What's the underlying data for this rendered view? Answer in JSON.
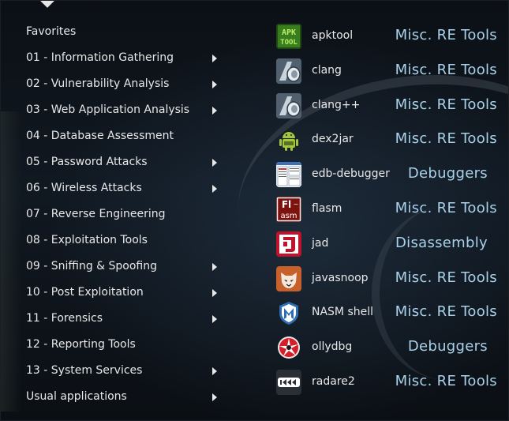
{
  "categories": [
    {
      "label": "Favorites",
      "has_submenu": false
    },
    {
      "label": "01 - Information Gathering",
      "has_submenu": true
    },
    {
      "label": "02 - Vulnerability Analysis",
      "has_submenu": true
    },
    {
      "label": "03 - Web Application Analysis",
      "has_submenu": true
    },
    {
      "label": "04 - Database Assessment",
      "has_submenu": false
    },
    {
      "label": "05 - Password Attacks",
      "has_submenu": true
    },
    {
      "label": "06 - Wireless Attacks",
      "has_submenu": true
    },
    {
      "label": "07 - Reverse Engineering",
      "has_submenu": false
    },
    {
      "label": "08 - Exploitation Tools",
      "has_submenu": false
    },
    {
      "label": "09 - Sniffing & Spoofing",
      "has_submenu": true
    },
    {
      "label": "10 - Post Exploitation",
      "has_submenu": true
    },
    {
      "label": "11 - Forensics",
      "has_submenu": true
    },
    {
      "label": "12 - Reporting Tools",
      "has_submenu": false
    },
    {
      "label": "13 - System Services",
      "has_submenu": true
    },
    {
      "label": "Usual applications",
      "has_submenu": true
    }
  ],
  "apps": [
    {
      "name": "apktool",
      "category": "Misc. RE Tools",
      "icon": "apktool-icon"
    },
    {
      "name": "clang",
      "category": "Misc. RE Tools",
      "icon": "clang-icon"
    },
    {
      "name": "clang++",
      "category": "Misc. RE Tools",
      "icon": "clang-icon"
    },
    {
      "name": "dex2jar",
      "category": "Misc. RE Tools",
      "icon": "android-icon"
    },
    {
      "name": "edb-debugger",
      "category": "Debuggers",
      "icon": "edb-icon"
    },
    {
      "name": "flasm",
      "category": "Misc. RE Tools",
      "icon": "flasm-icon"
    },
    {
      "name": "jad",
      "category": "Disassembly",
      "icon": "jad-icon"
    },
    {
      "name": "javasnoop",
      "category": "Misc. RE Tools",
      "icon": "javasnoop-icon"
    },
    {
      "name": "NASM shell",
      "category": "Misc. RE Tools",
      "icon": "metasploit-icon"
    },
    {
      "name": "ollydbg",
      "category": "Debuggers",
      "icon": "ollydbg-icon"
    },
    {
      "name": "radare2",
      "category": "Misc. RE Tools",
      "icon": "radare-icon"
    }
  ],
  "icon_text": {
    "apktool": "APK TOOL",
    "flasm": "FL asm"
  }
}
